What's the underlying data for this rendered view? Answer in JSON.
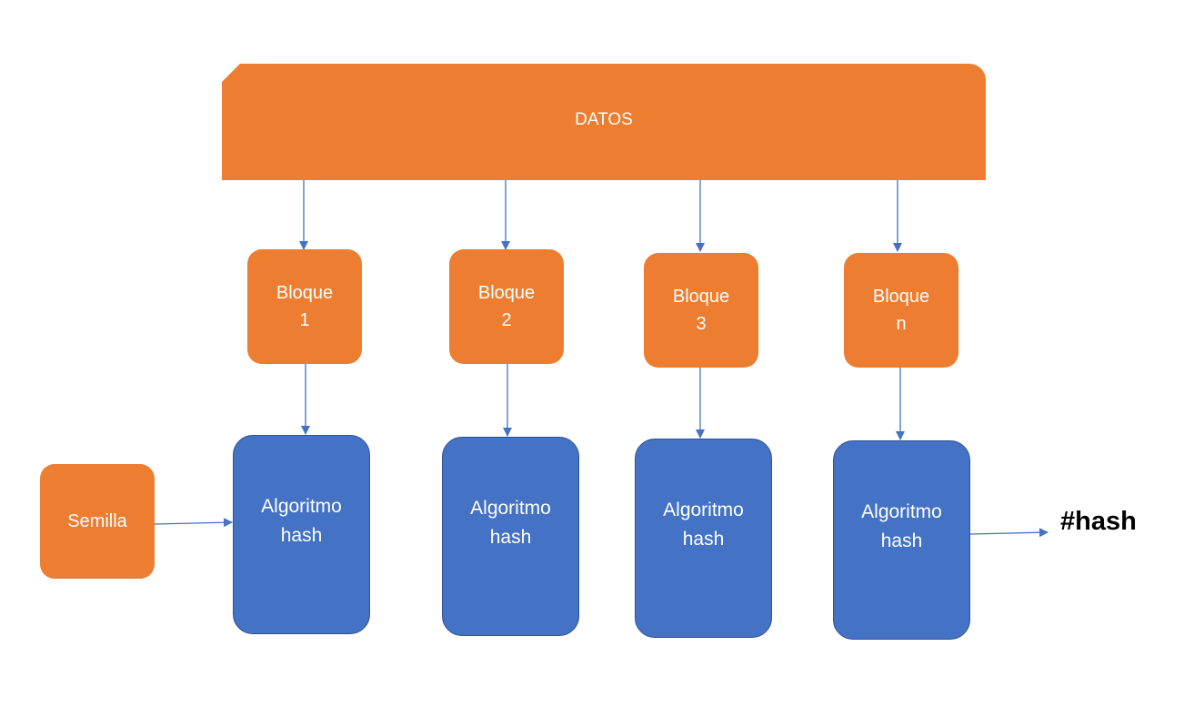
{
  "diagram": {
    "datos": {
      "label": "DATOS",
      "fill": "#ED7D31"
    },
    "blocks": [
      {
        "id": "1",
        "label": "Bloque\n1"
      },
      {
        "id": "2",
        "label": "Bloque\n2"
      },
      {
        "id": "3",
        "label": "Bloque\n3"
      },
      {
        "id": "n",
        "label": "Bloque\nn"
      }
    ],
    "algorithms": [
      {
        "label": "Algoritmo\nhash"
      },
      {
        "label": "Algoritmo\nhash"
      },
      {
        "label": "Algoritmo\nhash"
      },
      {
        "label": "Algoritmo\nhash"
      }
    ],
    "seed": {
      "label": "Semilla"
    },
    "output": {
      "label": "#hash"
    },
    "colors": {
      "process_orange": "#ED7D31",
      "algorithm_blue": "#4472C4",
      "arrow_blue": "#4472C4",
      "text_white": "#FFFFFF",
      "output_text": "#000000"
    }
  }
}
